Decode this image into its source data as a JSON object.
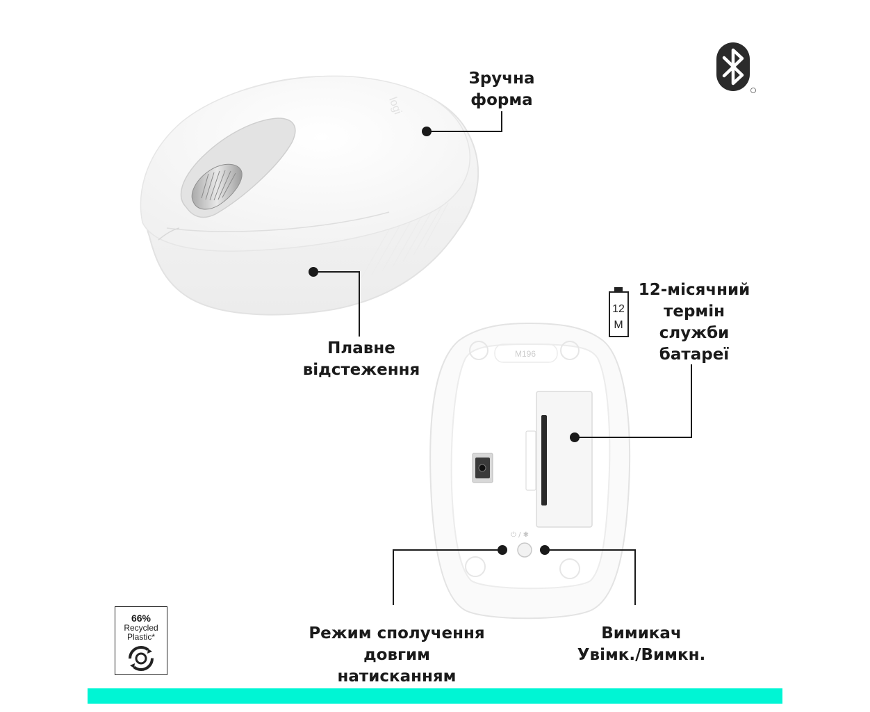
{
  "callouts": {
    "shape": [
      "Зручна",
      "форма"
    ],
    "tracking": [
      "Плавне",
      "відстеження"
    ],
    "battery": [
      "12-місячний",
      "термін",
      "служби",
      "батареї"
    ],
    "pairing": [
      "Режим сполучення",
      "довгим",
      "натисканням"
    ],
    "power": [
      "Вимикач",
      "Увімк./Вимкн."
    ]
  },
  "battery_icon": {
    "name": "battery-icon",
    "text": [
      "12",
      "M"
    ]
  },
  "bluetooth_icon": "bluetooth-icon",
  "model_label": "M196",
  "recycled_badge": {
    "percent": "66%",
    "line1": "Recycled",
    "line2": "Plastic*",
    "icon": "recycle-icon"
  },
  "colors": {
    "accent_bar": "#00f5d4",
    "mouse_body": "#f7f7f7",
    "mouse_outline": "#e4e4e4",
    "wheel_gray": "#c9c9c9",
    "callout_line": "#1a1a1a"
  }
}
